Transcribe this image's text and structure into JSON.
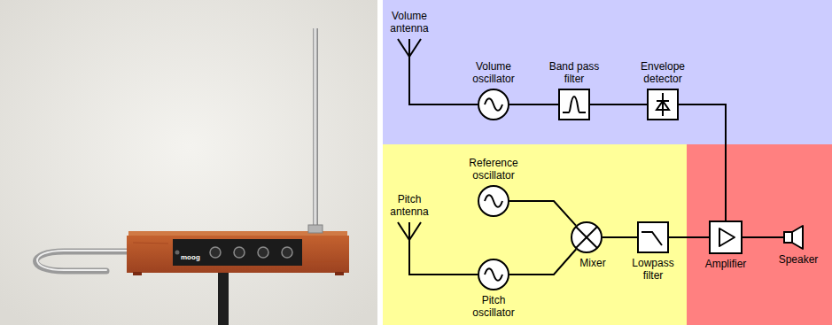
{
  "diagram": {
    "nodes": [
      {
        "text": [
          "Volume antenna"
        ]
      },
      {
        "text": [
          "Volume oscillator"
        ]
      },
      {
        "text": [
          "Band pass filter"
        ]
      },
      {
        "text": [
          "Envelope detector"
        ]
      },
      {
        "text": [
          "Reference oscillator"
        ]
      },
      {
        "text": [
          "Pitch antenna"
        ]
      },
      {
        "text": [
          "Mixer"
        ]
      },
      {
        "text": [
          "Lowpass filter"
        ]
      },
      {
        "text": [
          "Amplifier"
        ]
      },
      {
        "text": [
          "Speaker"
        ]
      },
      {
        "text": [
          "Pitch oscillator"
        ]
      }
    ],
    "edges": [
      {
        "from": 0,
        "to": 1,
        "arrow": "none"
      },
      {
        "from": 1,
        "to": 2,
        "arrow": "none"
      },
      {
        "from": 2,
        "to": 3,
        "arrow": "none"
      },
      {
        "from": 3,
        "to": 8,
        "arrow": "none"
      },
      {
        "from": 4,
        "to": 6,
        "arrow": "none"
      },
      {
        "from": 5,
        "to": 10,
        "arrow": "none"
      },
      {
        "from": 10,
        "to": 6,
        "arrow": "none"
      },
      {
        "from": 6,
        "to": 7,
        "arrow": "none"
      },
      {
        "from": 7,
        "to": 8,
        "arrow": "none"
      },
      {
        "from": 8,
        "to": 9,
        "arrow": "none"
      }
    ],
    "labels": [
      "moog"
    ]
  }
}
